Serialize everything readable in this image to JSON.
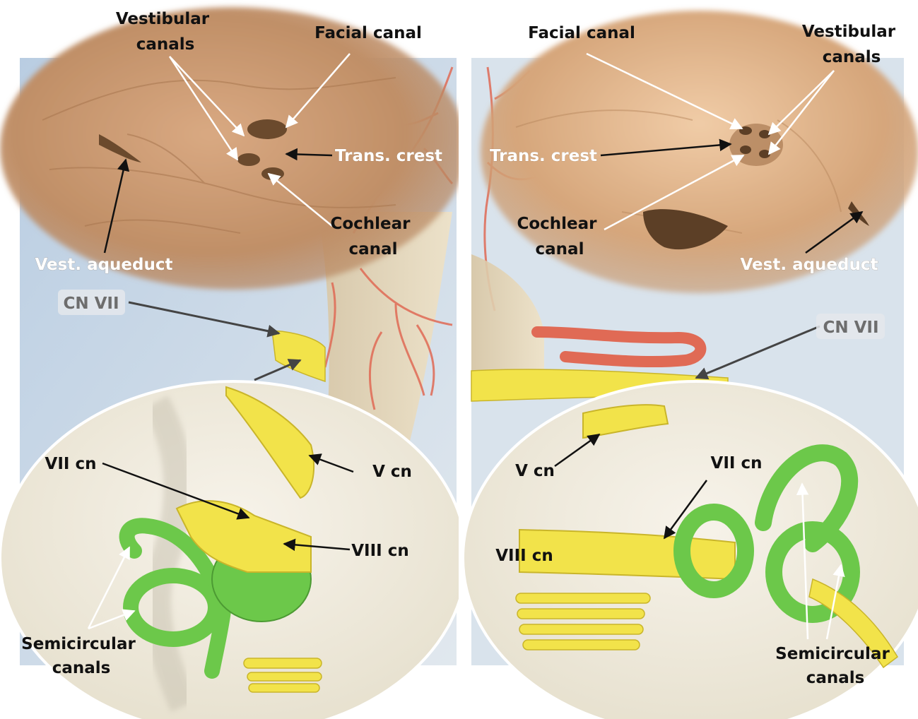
{
  "left_panel": {
    "labels": {
      "vestibular_canals": [
        "Vestibular",
        "canals"
      ],
      "facial_canal": "Facial canal",
      "trans_crest": "Trans. crest",
      "cochlear_canal": [
        "Cochlear",
        "canal"
      ],
      "vest_aqueduct": "Vest. aqueduct",
      "cn_vii": "CN VII",
      "vii_cn": "VII cn",
      "v_cn": "V cn",
      "viii_cn": "VIII cn",
      "semicircular_canals": [
        "Semicircular",
        "canals"
      ]
    }
  },
  "right_panel": {
    "labels": {
      "facial_canal": "Facial canal",
      "vestibular_canals": [
        "Vestibular",
        "canals"
      ],
      "trans_crest": "Trans. crest",
      "cochlear_canal": [
        "Cochlear",
        "canal"
      ],
      "vest_aqueduct": "Vest. aqueduct",
      "cn_vii": "CN VII",
      "v_cn": "V cn",
      "vii_cn": "VII cn",
      "viii_cn": "VIII cn",
      "semicircular_canals": [
        "Semicircular",
        "canals"
      ]
    }
  },
  "colors": {
    "bone": "#c8986c",
    "nerve": "#f2e34a",
    "labyrinth": "#6cc84a",
    "artery": "#e06a55",
    "background": "#cfdbe8",
    "inset": "#f3efe4"
  }
}
